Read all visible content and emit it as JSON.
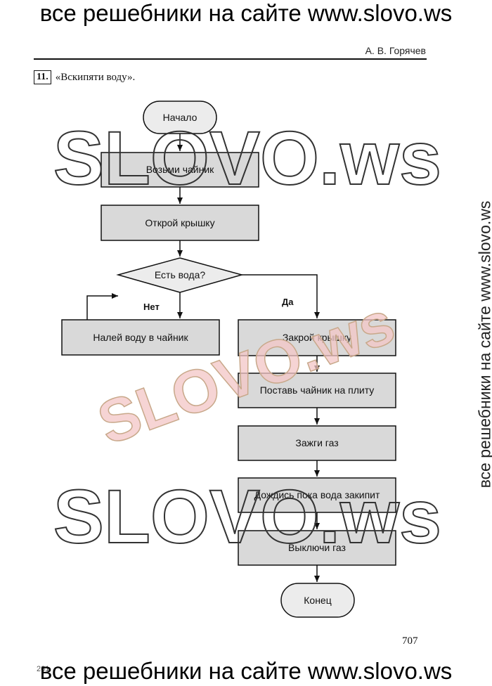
{
  "banners": {
    "top": "все решебники на сайте www.slovo.ws",
    "bottom": "все решебники на сайте www.slovo.ws",
    "side": "все решебники на сайте www.slovo.ws"
  },
  "header": {
    "author": "А. В. Горячев"
  },
  "task": {
    "number": "11.",
    "title": "«Вскипяти воду»."
  },
  "flowchart": {
    "start": "Начало",
    "step1": "Возьми чайник",
    "step2": "Открой крышку",
    "condition": "Есть вода?",
    "no_label": "Нет",
    "yes_label": "Да",
    "no_action": "Налей воду в чайник",
    "yes1": "Закрой крышку",
    "yes2": "Поставь чайник на плиту",
    "yes3": "Зажги газ",
    "yes4": "Дождись пока вода закипит",
    "yes5": "Выключи газ",
    "end": "Конец"
  },
  "watermarks": {
    "outline": "SLOVO.ws",
    "colored": "SLOVO.ws"
  },
  "footer": {
    "page_number": "707",
    "left_number": "261"
  }
}
